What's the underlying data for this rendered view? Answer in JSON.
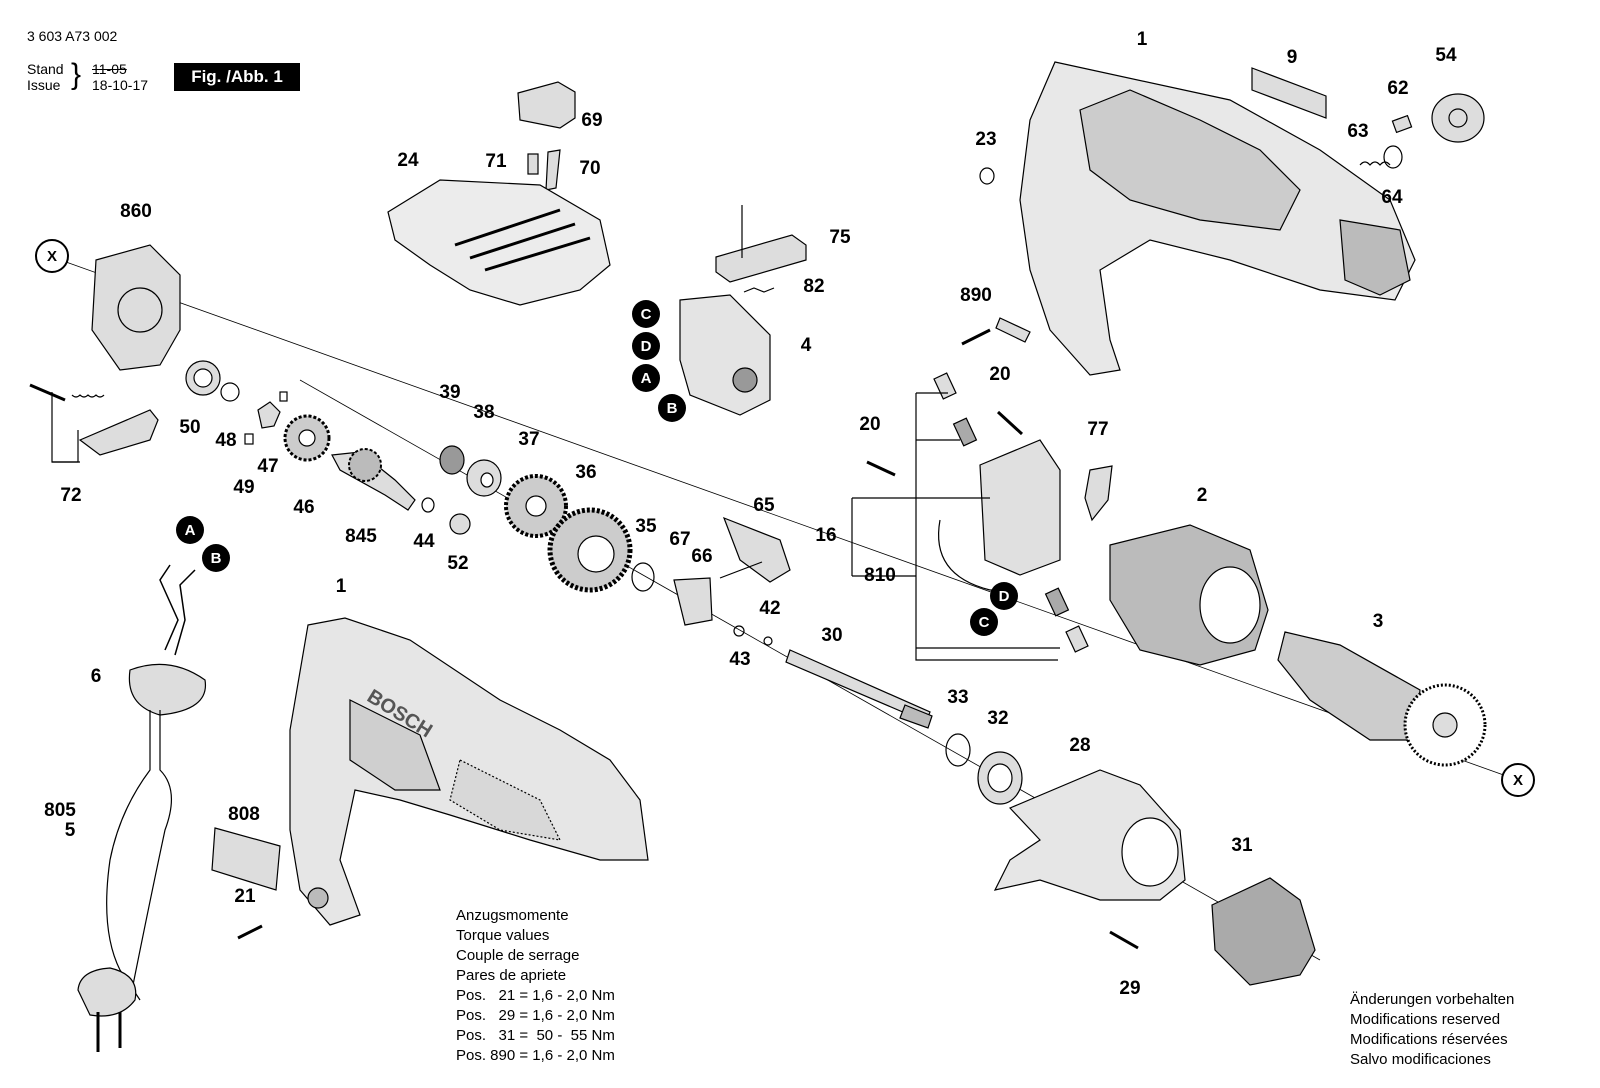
{
  "header": {
    "doc_number": "3 603 A73 002",
    "stand_label": "Stand",
    "issue_label": "Issue",
    "old_date": "11-05",
    "new_date": "18-10-17",
    "figure_label": "Fig. /Abb. 1"
  },
  "labels": {
    "p1a": "1",
    "p9": "9",
    "p54": "54",
    "p62": "62",
    "p63": "63",
    "p64": "64",
    "p23": "23",
    "p69": "69",
    "p71": "71",
    "p70": "70",
    "p24": "24",
    "p75": "75",
    "p82": "82",
    "p4": "4",
    "p860": "860",
    "p50": "50",
    "p48": "48",
    "p47": "47",
    "p49": "49",
    "p46": "46",
    "p72": "72",
    "p845": "845",
    "p39": "39",
    "p38": "38",
    "p37": "37",
    "p36": "36",
    "p44": "44",
    "p52": "52",
    "p35": "35",
    "p67": "67",
    "p66": "66",
    "p65": "65",
    "p42": "42",
    "p43": "43",
    "p30": "30",
    "p890": "890",
    "p20a": "20",
    "p20b": "20",
    "p77": "77",
    "p16": "16",
    "p810": "810",
    "p2": "2",
    "p3": "3",
    "p33": "33",
    "p32": "32",
    "p28": "28",
    "p31": "31",
    "p29": "29",
    "p6": "6",
    "p805": "805",
    "p5": "5",
    "p1b": "1",
    "p808": "808",
    "p21": "21"
  },
  "markers": {
    "A": "A",
    "B": "B",
    "C": "C",
    "D": "D",
    "X": "X"
  },
  "torque": {
    "lines": [
      "Anzugsmomente",
      "Torque values",
      "Couple de serrage",
      "Pares de apriete",
      "Pos.   21 = 1,6 - 2,0 Nm",
      "Pos.   29 = 1,6 - 2,0 Nm",
      "Pos.   31 =  50 -  55 Nm",
      "Pos. 890 = 1,6 - 2,0 Nm"
    ]
  },
  "modifications": {
    "lines": [
      "Änderungen vorbehalten",
      "Modifications reserved",
      "Modifications réservées",
      "Salvo modificaciones"
    ]
  }
}
